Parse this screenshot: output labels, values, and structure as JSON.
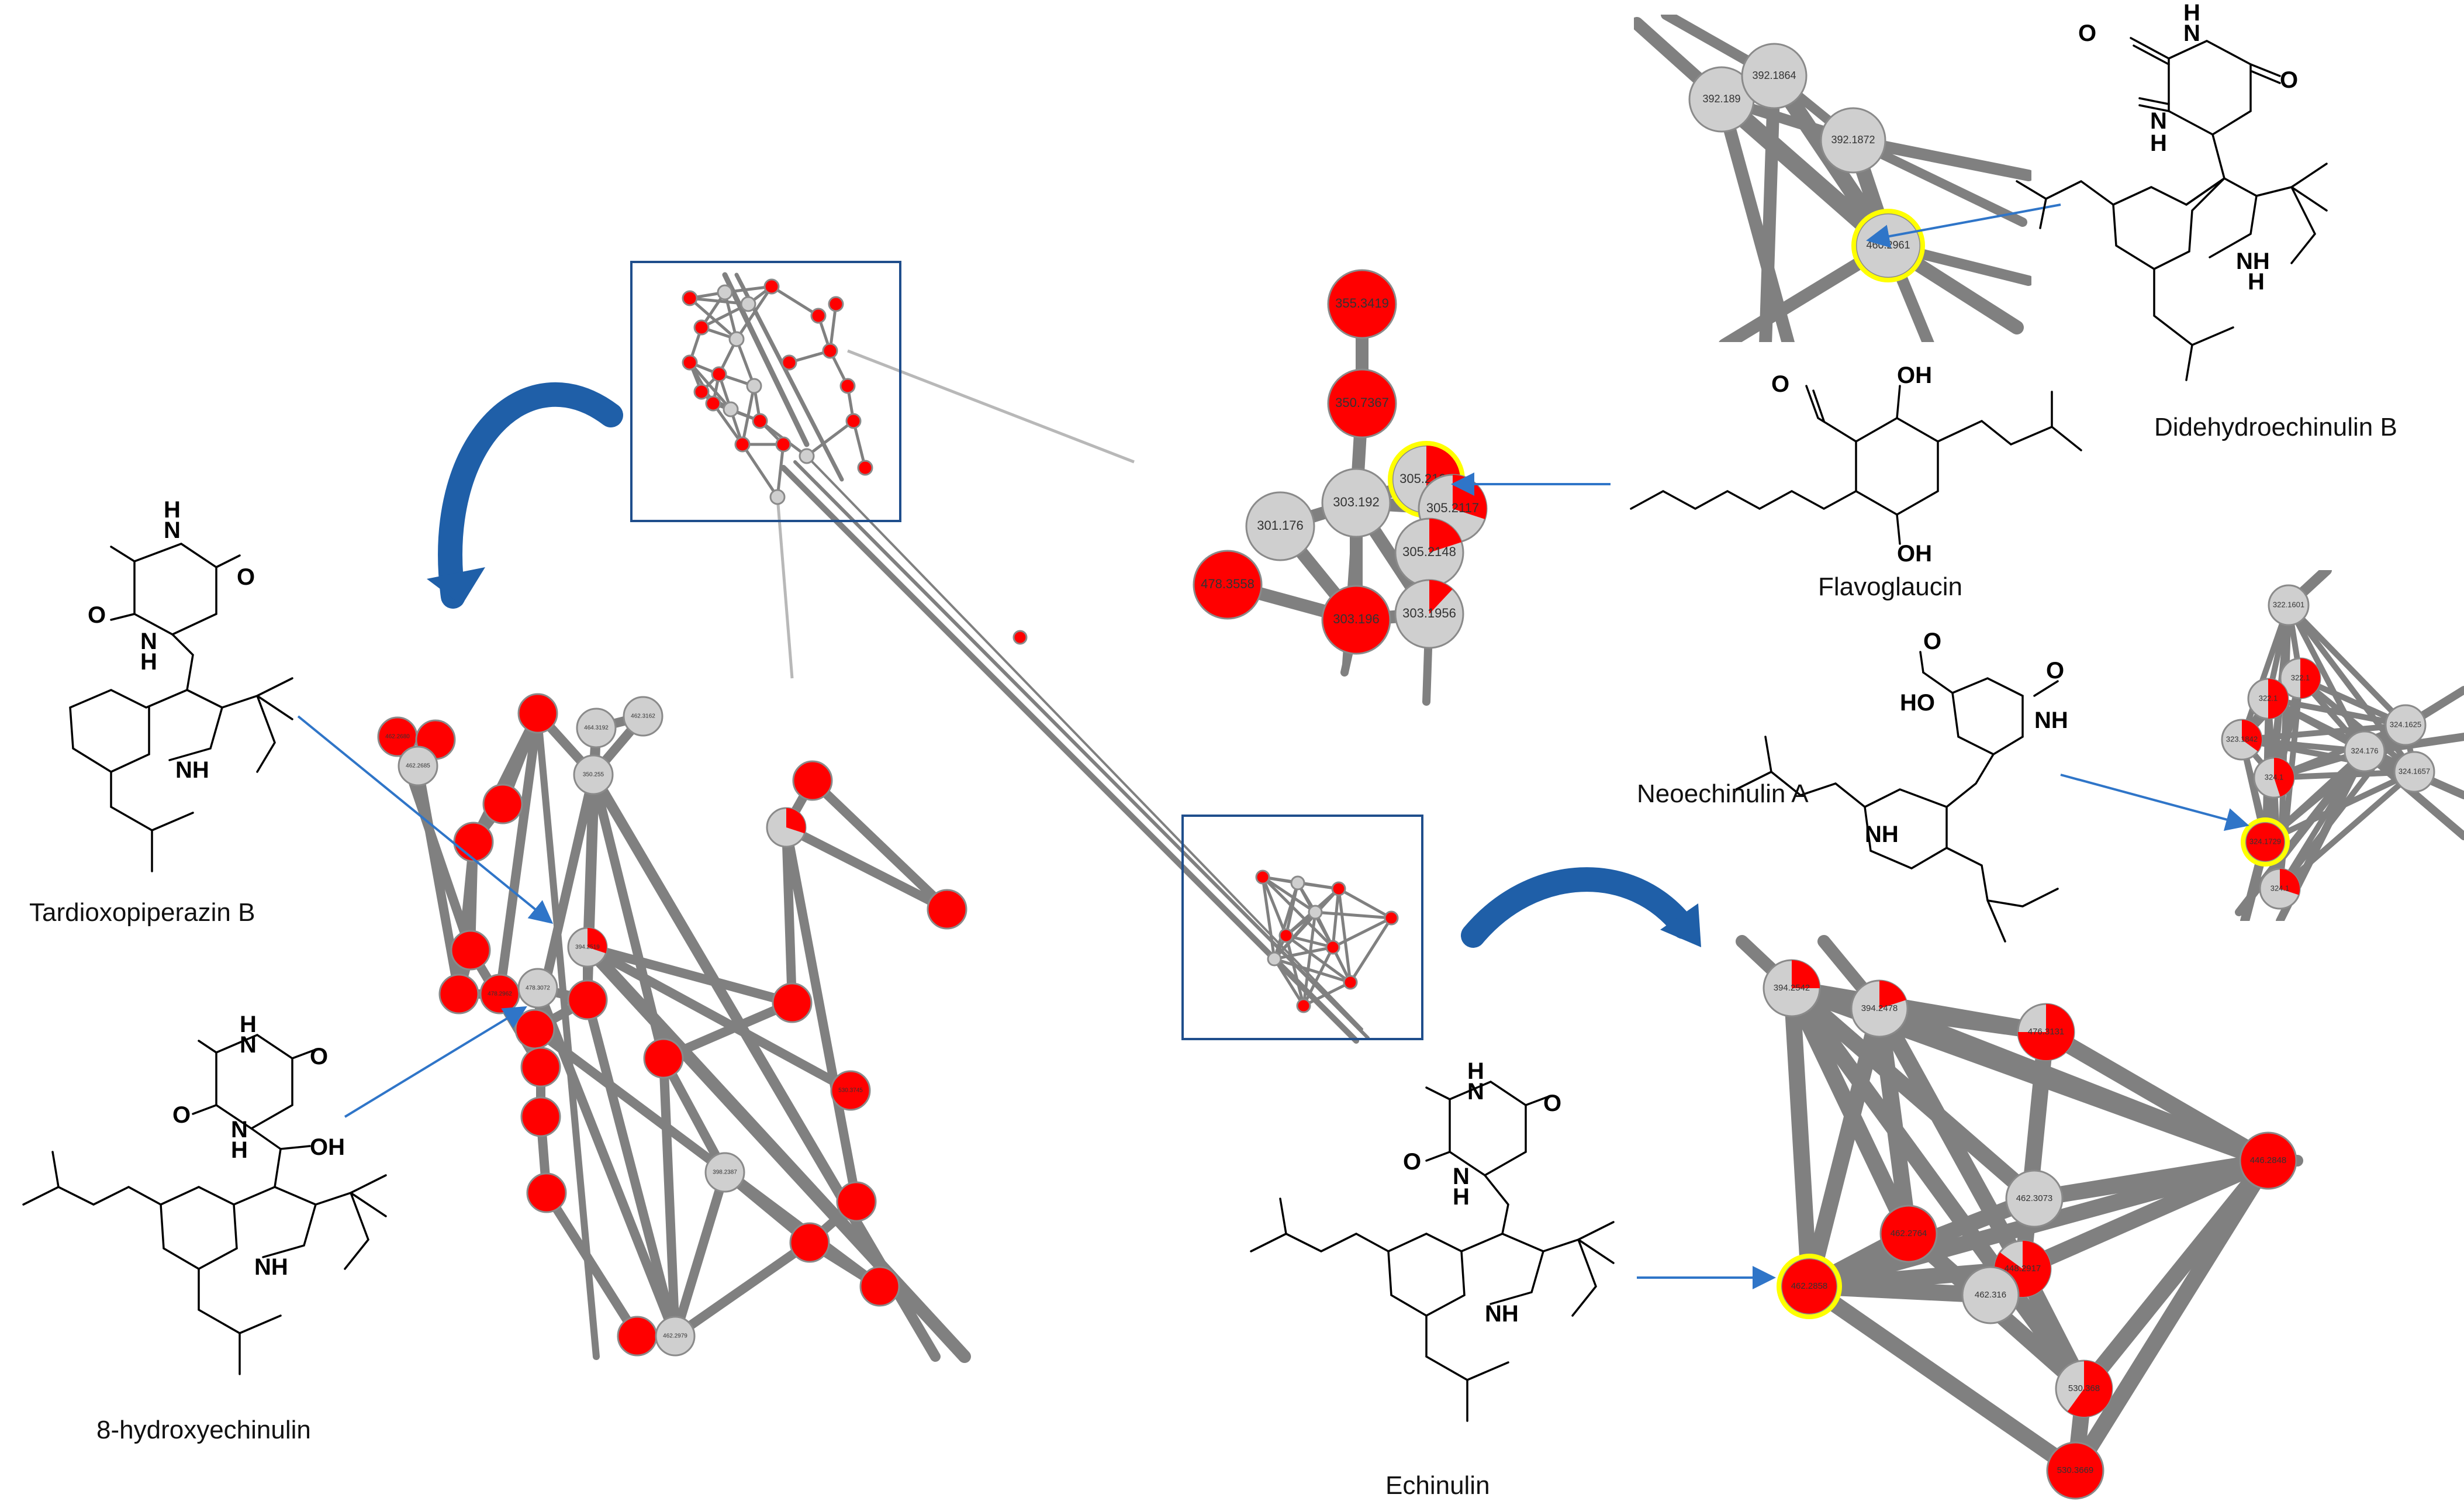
{
  "compounds": {
    "didehydroechinulin_b": "Didehydroechinulin B",
    "flavoglaucin": "Flavoglaucin",
    "neoechinulin_a": "Neoechinulin A",
    "tardioxopiperazin_b": "Tardioxopiperazin B",
    "hydroxyechinulin": "8-hydroxyechinulin",
    "echinulin": "Echinulin"
  },
  "atoms": {
    "nh": "NH",
    "n_h": "N",
    "h": "H",
    "o": "O",
    "oh": "OH",
    "ho": "HO"
  },
  "node_labels": {
    "top_right": [
      "392.189",
      "392.1864",
      "392.1872",
      "460.2961"
    ],
    "center": [
      "355.3419",
      "350.7367",
      "301.176",
      "303.192",
      "305.2102",
      "305.2117",
      "305.2148",
      "303.1956",
      "303.196",
      "478.3558"
    ],
    "right_mid": [
      "322.1601",
      "322.1",
      "322.1",
      "323.1842",
      "324.1625",
      "324.176",
      "324.1657",
      "324.1",
      "324.1729",
      "324.1"
    ],
    "bottom_right": [
      "394.2542",
      "394.2478",
      "476.3131",
      "446.2848",
      "462.3073",
      "462.2764",
      "448.2917",
      "462.316",
      "462.2858",
      "530.368",
      "530.3669"
    ],
    "bottom_left": [
      "462.2680",
      "462.2685",
      "464.3192",
      "462.3162",
      "350.255",
      "394.2519",
      "478.3072",
      "478.2962",
      "398.2387",
      "530.3745",
      "462.2979"
    ]
  },
  "colors": {
    "annotated": "#ff0000",
    "unannotated": "#cfcfcf",
    "edge": "#808080",
    "highlight": "#ffff00",
    "pointer": "#2f75c8"
  }
}
